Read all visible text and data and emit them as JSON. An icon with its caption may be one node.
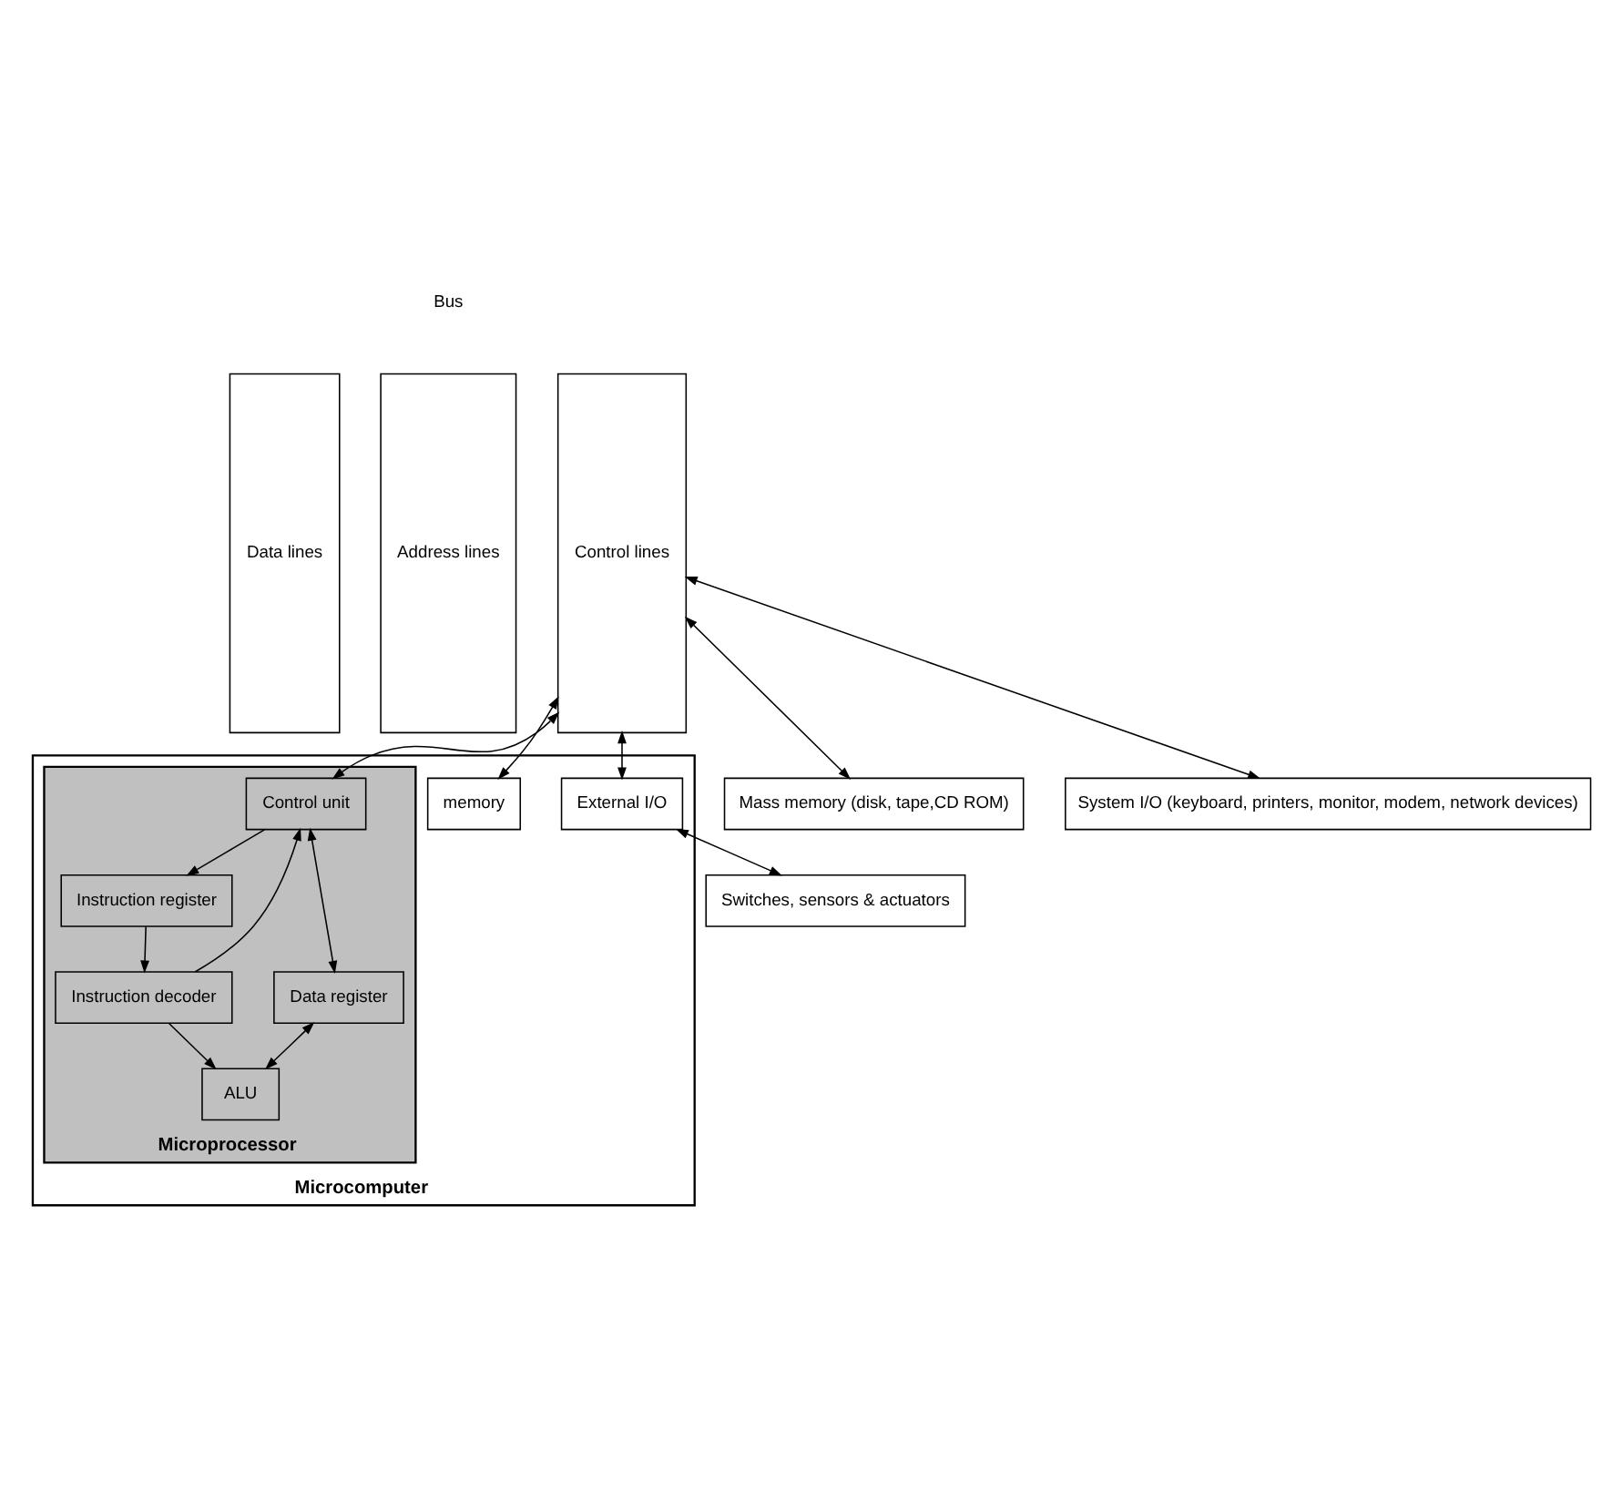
{
  "diagram": {
    "nodes": [
      {
        "text": [
          "Microcomputer"
        ]
      },
      {
        "text": [
          "Data lines"
        ]
      },
      {
        "text": [
          "Address lines"
        ]
      },
      {
        "text": [
          "Control lines"
        ]
      },
      {
        "text": [
          "Microprocessor"
        ],
        "in": 0
      },
      {
        "text": [
          "Control unit"
        ],
        "in": 4
      },
      {
        "text": [
          "Instruction register"
        ],
        "in": 4
      },
      {
        "text": [
          "Instruction decoder"
        ],
        "in": 4
      },
      {
        "text": [
          "Data register"
        ],
        "in": 4
      },
      {
        "text": [
          "ALU"
        ],
        "in": 4
      },
      {
        "text": [
          "memory"
        ],
        "in": 0
      },
      {
        "text": [
          "External I/O"
        ],
        "in": 0
      },
      {
        "text": [
          "Switches, sensors & actuators"
        ]
      },
      {
        "text": [
          "Mass memory (disk, tape,CD ROM)"
        ]
      },
      {
        "text": [
          "System I/O (keyboard, printers, monitor, modem, network devices)"
        ]
      }
    ],
    "edges": [
      {
        "from": 3,
        "to": 5,
        "arrow": "both"
      },
      {
        "from": 5,
        "to": 6,
        "arrow": "to"
      },
      {
        "from": 6,
        "to": 7,
        "arrow": "to"
      },
      {
        "from": 7,
        "to": 5,
        "arrow": "to"
      },
      {
        "from": 5,
        "to": 8,
        "arrow": "both"
      },
      {
        "from": 8,
        "to": 9,
        "arrow": "both"
      },
      {
        "from": 7,
        "to": 9,
        "arrow": "to"
      },
      {
        "from": 3,
        "to": 10,
        "arrow": "both"
      },
      {
        "from": 3,
        "to": 11,
        "arrow": "both"
      },
      {
        "from": 11,
        "to": 12,
        "arrow": "both"
      },
      {
        "from": 3,
        "to": 13,
        "arrow": "both"
      },
      {
        "from": 3,
        "to": 14,
        "arrow": "both"
      }
    ],
    "labels": [
      "Bus"
    ]
  }
}
